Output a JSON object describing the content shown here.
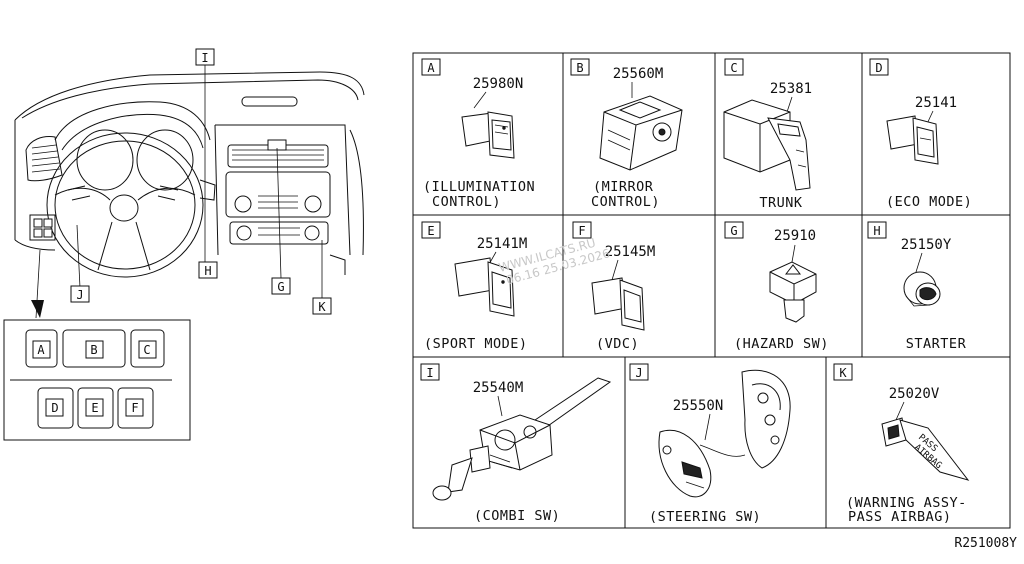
{
  "dashboard": {
    "callouts": [
      "I",
      "H",
      "G",
      "K",
      "J"
    ],
    "switch_panel": {
      "row1": [
        "A",
        "B",
        "C"
      ],
      "row2": [
        "D",
        "E",
        "F"
      ]
    }
  },
  "parts": [
    {
      "letter": "A",
      "part_no": "25980N",
      "caption": [
        "(ILLUMINATION",
        "CONTROL)"
      ]
    },
    {
      "letter": "B",
      "part_no": "25560M",
      "caption": [
        "(MIRROR",
        "CONTROL)"
      ]
    },
    {
      "letter": "C",
      "part_no": "25381",
      "caption": [
        "TRUNK"
      ]
    },
    {
      "letter": "D",
      "part_no": "25141",
      "caption": [
        "(ECO MODE)"
      ]
    },
    {
      "letter": "E",
      "part_no": "25141M",
      "caption": [
        "(SPORT MODE)"
      ]
    },
    {
      "letter": "F",
      "part_no": "25145M",
      "caption": [
        "(VDC)"
      ]
    },
    {
      "letter": "G",
      "part_no": "25910",
      "caption": [
        "(HAZARD SW)"
      ]
    },
    {
      "letter": "H",
      "part_no": "25150Y",
      "caption": [
        "STARTER"
      ]
    },
    {
      "letter": "I",
      "part_no": "25540M",
      "caption": [
        "(COMBI SW)"
      ]
    },
    {
      "letter": "J",
      "part_no": "25550N",
      "caption": [
        "(STEERING SW)"
      ]
    },
    {
      "letter": "K",
      "part_no": "25020V",
      "caption": [
        "(WARNING ASSY-",
        "PASS AIRBAG)"
      ]
    }
  ],
  "watermark": [
    "WWW.ILCATS.RU",
    "06.16 25.03.2026"
  ],
  "diagram_code": "R251008Y",
  "label_airbag": [
    "PASS",
    "AIRBAG"
  ]
}
